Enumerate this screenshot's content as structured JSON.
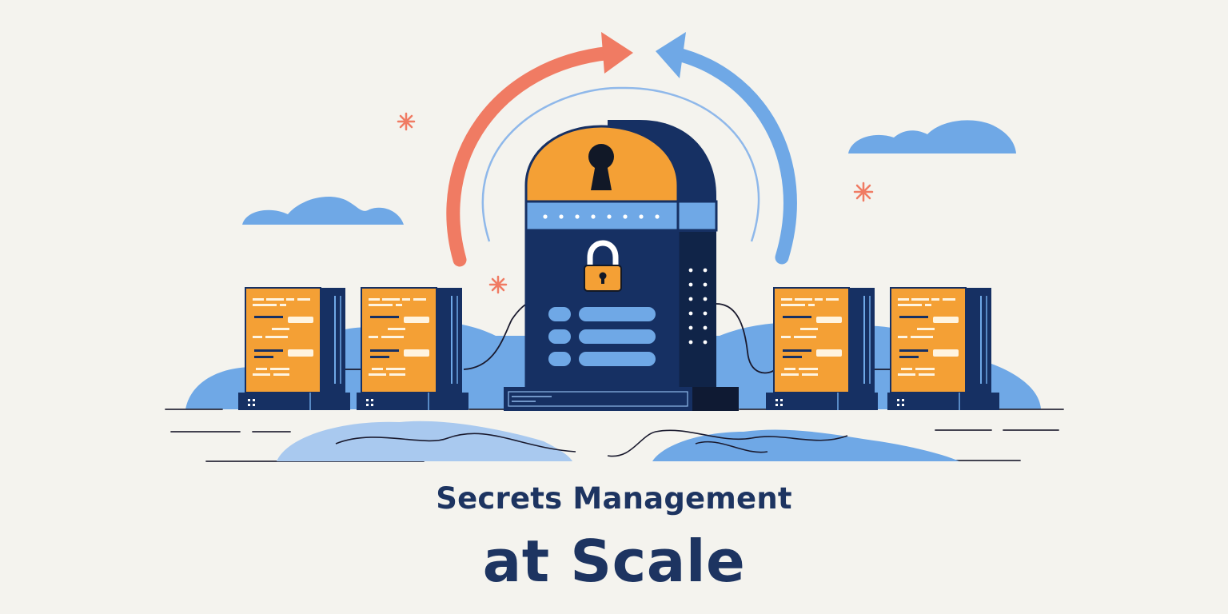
{
  "headline": {
    "line1": "Secrets Management",
    "line2": "at Scale"
  },
  "colors": {
    "background": "#f4f3ee",
    "navy": "#163063",
    "orange": "#f4a035",
    "blue": "#6fa8e6",
    "light_blue": "#a9c9ef",
    "coral": "#f07b63",
    "text": "#1d3461"
  },
  "icons": [
    "keyhole-icon",
    "padlock-icon",
    "refresh-arrow-coral",
    "refresh-arrow-blue",
    "sparkle-icon",
    "cloud-icon"
  ]
}
